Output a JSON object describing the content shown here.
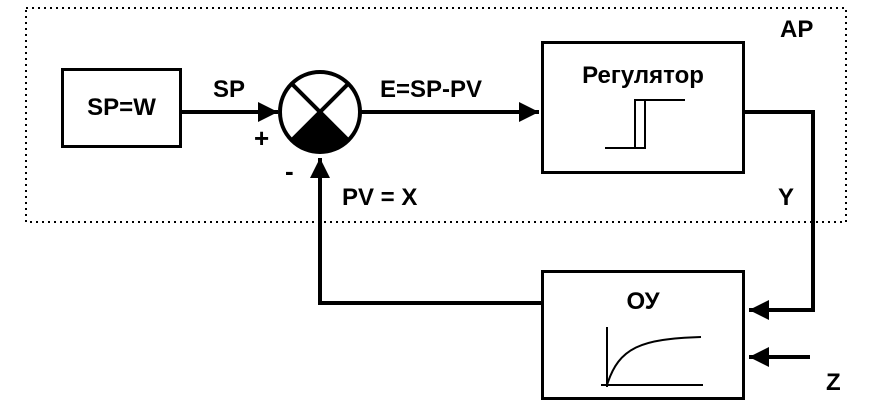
{
  "diagram": {
    "system_label": "АР",
    "source_label": "SP=W",
    "setpoint_label": "SP",
    "plus_sign": "+",
    "minus_sign": "-",
    "error_label": "E=SP-PV",
    "feedback_label": "PV = X",
    "controller_label": "Регулятор",
    "output_label": "Y",
    "plant_label": "ОУ",
    "disturbance_label": "Z"
  },
  "colors": {
    "stroke": "#000000",
    "background": "#ffffff"
  }
}
